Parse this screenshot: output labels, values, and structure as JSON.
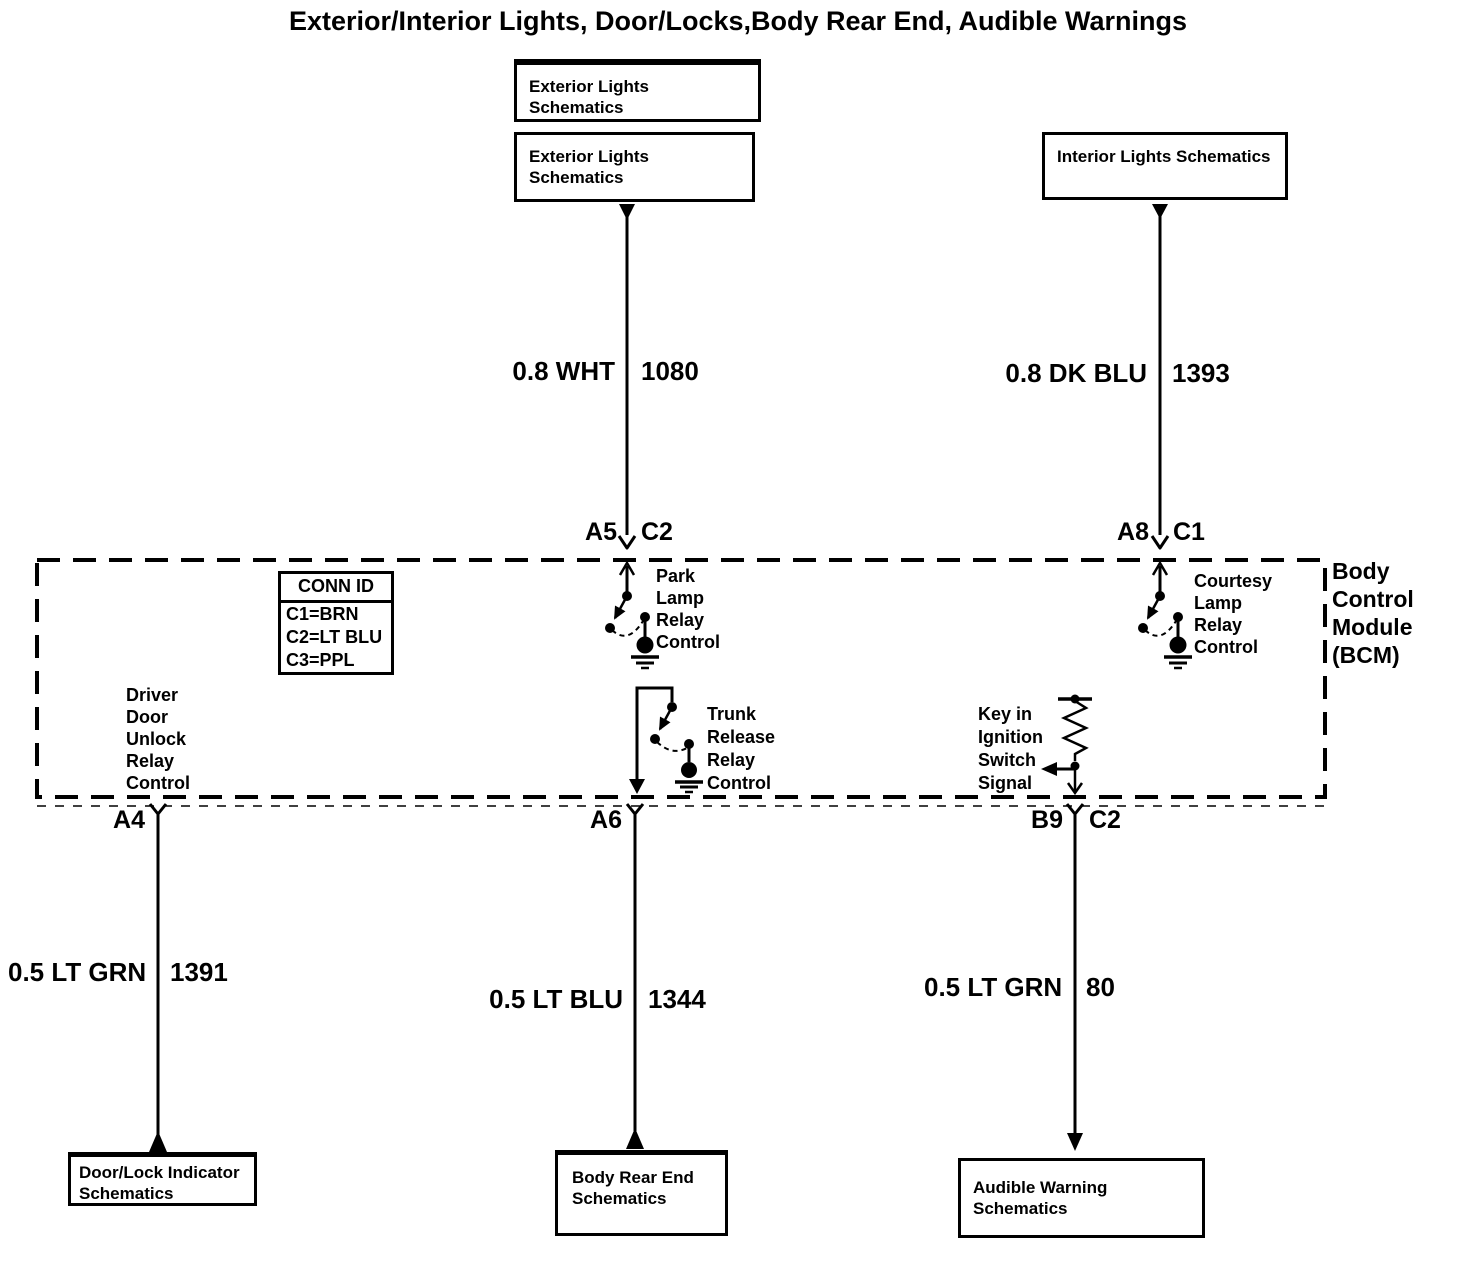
{
  "title": "Exterior/Interior Lights, Door/Locks,Body Rear End, Audible Warnings",
  "boxes": {
    "exterior_top": "Exterior Lights Schematics",
    "exterior": "Exterior Lights Schematics",
    "interior": "Interior Lights Schematics",
    "door_lock": "Door/Lock Indicator Schematics",
    "body_rear": "Body Rear End Schematics",
    "audible": "Audible Warning Schematics"
  },
  "wires": {
    "exterior": {
      "label": "0.8 WHT",
      "circuit": "1080"
    },
    "interior": {
      "label": "0.8 DK BLU",
      "circuit": "1393"
    },
    "door_lock": {
      "label": "0.5 LT GRN",
      "circuit": "1391"
    },
    "body_rear": {
      "label": "0.5 LT BLU",
      "circuit": "1344"
    },
    "audible": {
      "label": "0.5 LT GRN",
      "circuit": "80"
    }
  },
  "pins": {
    "a5": "A5",
    "c2_top": "C2",
    "a8": "A8",
    "c1": "C1",
    "a4": "A4",
    "a6": "A6",
    "b9": "B9",
    "c2_bottom": "C2"
  },
  "bcm": {
    "name": [
      "Body",
      "Control",
      "Module",
      "(BCM)"
    ],
    "conn_id": {
      "header": "CONN ID",
      "rows": [
        "C1=BRN",
        "C2=LT BLU",
        "C3=PPL"
      ]
    },
    "park_relay": [
      "Park",
      "Lamp",
      "Relay",
      "Control"
    ],
    "courtesy_relay": [
      "Courtesy",
      "Lamp",
      "Relay",
      "Control"
    ],
    "driver_unlock": [
      "Driver",
      "Door",
      "Unlock",
      "Relay",
      "Control"
    ],
    "trunk_relay": [
      "Trunk",
      "Release",
      "Relay",
      "Control"
    ],
    "key_ignition": [
      "Key in",
      "Ignition",
      "Switch",
      "Signal"
    ]
  },
  "colors": {
    "ink": "#000000",
    "background": "#ffffff"
  }
}
